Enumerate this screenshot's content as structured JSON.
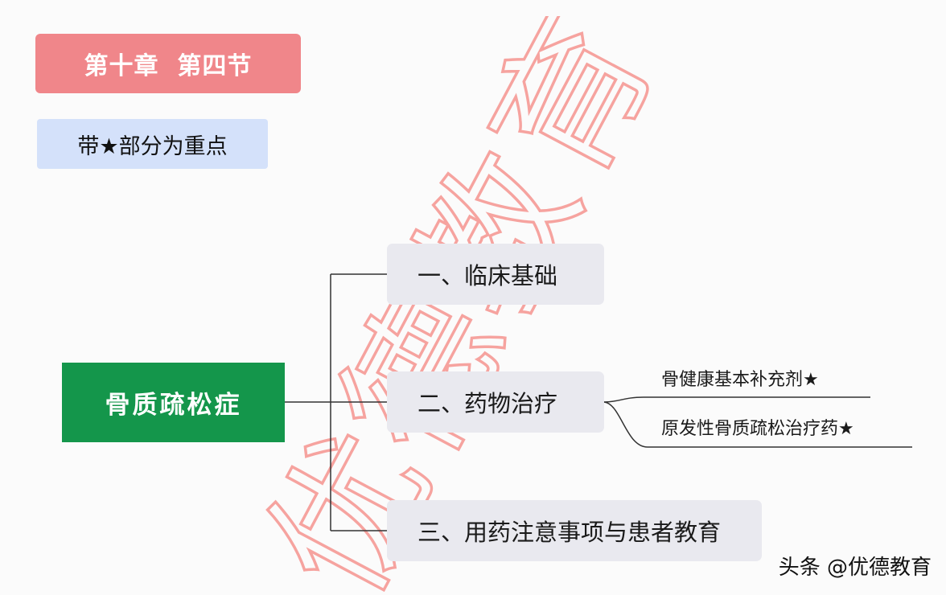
{
  "header": {
    "chapter_title": "第十章  第四节",
    "legend_note": "带★部分为重点"
  },
  "mindmap": {
    "root": "骨质疏松症",
    "branches": [
      {
        "label": "一、临床基础"
      },
      {
        "label": "二、药物治疗",
        "children": [
          "骨健康基本补充剂★",
          "原发性骨质疏松治疗药★"
        ]
      },
      {
        "label": "三、用药注意事项与患者教育"
      }
    ]
  },
  "watermark": "优德教育",
  "footer": {
    "source": "头条 @优德教育"
  },
  "colors": {
    "chapter_badge": "#f0868a",
    "legend_box": "#d4e1fa",
    "root_node": "#14964b",
    "branch_node": "#e9e9ef",
    "connector": "#333333",
    "watermark": "#f25b54"
  }
}
